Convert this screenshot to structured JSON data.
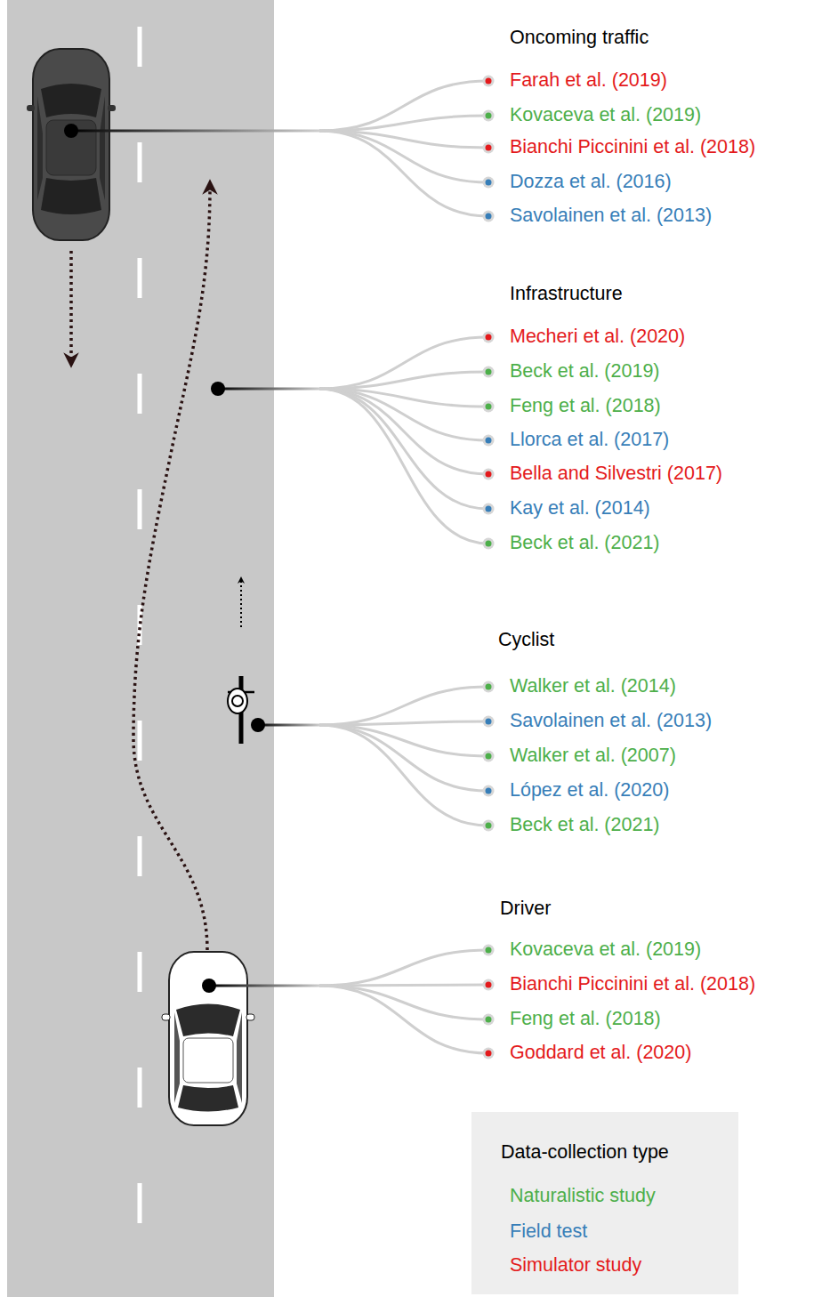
{
  "diagram": {
    "labels": [
      "Oncoming traffic",
      "Farah et al. (2019)",
      "Kovaceva et al. (2019)",
      "Bianchi Piccinini et al. (2018)",
      "Dozza et al. (2016)",
      "Savolainen et al. (2013)",
      "Infrastructure",
      "Mecheri et al. (2020)",
      "Beck et al. (2019)",
      "Feng et al. (2018)",
      "Llorca et al. (2017)",
      "Bella and Silvestri (2017)",
      "Kay et al. (2014)",
      "Beck et al. (2021)",
      "Cyclist",
      "Walker et al. (2014)",
      "Savolainen et al. (2013)",
      "Walker et al. (2007)",
      "López et al. (2020)",
      "Beck et al. (2021)",
      "Driver",
      "Kovaceva et al. (2019)",
      "Bianchi Piccinini et al. (2018)",
      "Feng et al. (2018)",
      "Goddard et al. (2020)",
      "Data-collection type"
    ],
    "legend": [
      {
        "text": "Naturalistic study",
        "color": "#4daf4a"
      },
      {
        "text": "Field test",
        "color": "#377eb8"
      },
      {
        "text": "Simulator study",
        "color": "#e41a1c"
      }
    ]
  }
}
